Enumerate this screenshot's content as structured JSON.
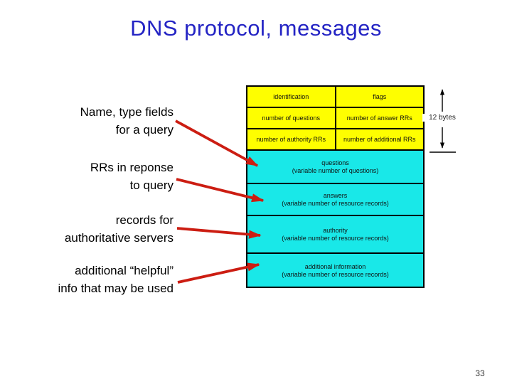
{
  "slide": {
    "title": "DNS protocol, messages",
    "page_number": "33"
  },
  "annotations": [
    {
      "line1": "Name, type fields",
      "line2": "for a query"
    },
    {
      "line1": "RRs in reponse",
      "line2": "to query"
    },
    {
      "line1": "records for",
      "line2": "authoritative servers"
    },
    {
      "line1": "additional “helpful”",
      "line2": "info that may be used"
    }
  ],
  "diagram": {
    "header_rows": [
      [
        "identification",
        "flags"
      ],
      [
        "number of questions",
        "number of answer RRs"
      ],
      [
        "number of authority RRs",
        "number of additional RRs"
      ]
    ],
    "sections": [
      {
        "title": "questions",
        "subtitle": "(variable number of questions)"
      },
      {
        "title": "answers",
        "subtitle": "(variable number of resource records)"
      },
      {
        "title": "authority",
        "subtitle": "(variable number of resource records)"
      },
      {
        "title": "additional information",
        "subtitle": "(variable number of resource records)"
      }
    ],
    "size_label": "12 bytes"
  },
  "colors": {
    "title_color": "#2424c4",
    "header_bg": "#fefe00",
    "section_bg": "#19e8e8",
    "arrow_color": "#cc1d12"
  }
}
